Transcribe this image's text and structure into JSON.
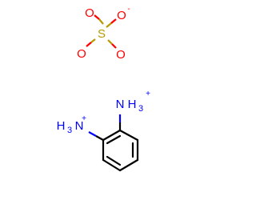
{
  "sulfate": {
    "sulfur": "S",
    "oxygen": "O",
    "charge": "-",
    "atom_colors": {
      "S": "#b59a00",
      "O": "#ff0000"
    }
  },
  "ammonium_top": {
    "element": "N",
    "hydrogen": "H",
    "count": "3",
    "charge": "+"
  },
  "ammonium_left": {
    "element": "N",
    "hydrogen": "H",
    "count": "3",
    "charge": "+"
  },
  "nitrogen_color": "#0000ff",
  "bond_color": "#000000"
}
